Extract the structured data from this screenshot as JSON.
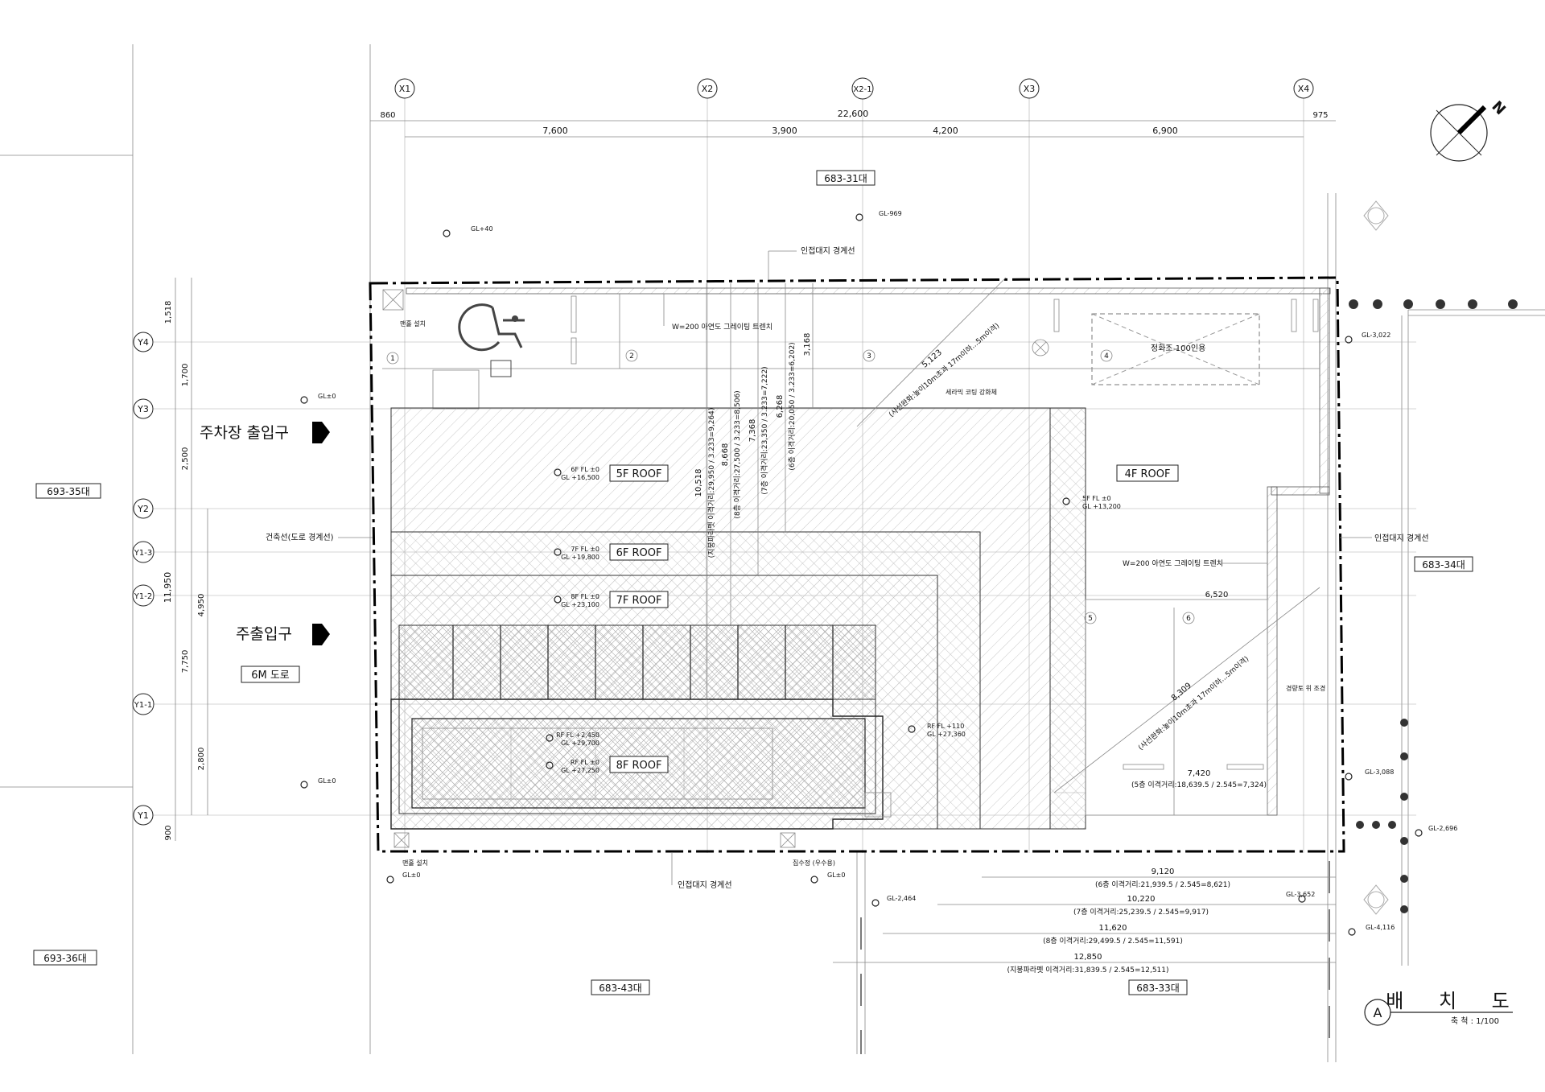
{
  "grid": {
    "x": [
      "X1",
      "X2",
      "X2-1",
      "X3",
      "X4"
    ],
    "y": [
      "Y4",
      "Y3",
      "Y2",
      "Y1-3",
      "Y1-2",
      "Y1-1",
      "Y1"
    ]
  },
  "dims_top": {
    "overall": "22,600",
    "left_offset": "860",
    "right_offset": "975",
    "spans": [
      "7,600",
      "3,900",
      "4,200",
      "6,900"
    ]
  },
  "dims_left": {
    "overall": "11,950",
    "chain_a": [
      "1,518",
      "1,700",
      "2,500",
      "7,750",
      "900"
    ],
    "chain_b": [
      "4,950",
      "2,800"
    ]
  },
  "lots": {
    "north": "683-31대",
    "west_upper": "693-35대",
    "west_lower": "693-36대",
    "east": "683-34대",
    "south_west": "683-43대",
    "south_east": "683-33대"
  },
  "road": "6M 도로",
  "entrances": {
    "parking": "주차장 출입구",
    "main": "주출입구"
  },
  "roofs": [
    "5F ROOF",
    "6F ROOF",
    "7F ROOF",
    "8F ROOF",
    "4F ROOF"
  ],
  "levels": [
    {
      "fl": "6F FL ±0",
      "gl": "GL +16,500"
    },
    {
      "fl": "7F FL ±0",
      "gl": "GL +19,800"
    },
    {
      "fl": "8F FL ±0",
      "gl": "GL +23,100"
    },
    {
      "fl": "RF FL +2,450",
      "gl": "GL +29,700"
    },
    {
      "fl": "RF FL ±0",
      "gl": "GL +27,250"
    },
    {
      "fl": "RF FL +110",
      "gl": "GL +27,360"
    },
    {
      "fl": "5F FL ±0",
      "gl": "GL +13,200"
    }
  ],
  "gl_marks": [
    "GL+40",
    "GL-969",
    "GL±0",
    "GL±0",
    "GL±0",
    "GL±0",
    "GL-3,022",
    "GL-3,088",
    "GL-2,696",
    "GL-2,464",
    "GL-3,652",
    "GL-4,116"
  ],
  "labels": {
    "boundary_north": "인접대지 경계선",
    "boundary_south": "인접대지 경계선",
    "boundary_east": "인접대지 경계선",
    "building_line": "건축선(도로 경계선)",
    "trench_north": "W=200 아연도 그레이팅 트렌치",
    "trench_east": "W=200 아연도 그레이팅 트렌치",
    "manhole_n": "맨홀 설치",
    "manhole_s": "맨홀 설치",
    "rain_tank": "집수정 (우수용)",
    "septic": "정화조 100인용",
    "ceramic": "세라믹 코팅 강화체",
    "landscape": "경량토 위 조경",
    "slope_a": "5,123",
    "slope_a_note": "(사선완화:높이10m초과 17m이하...5m이격)",
    "slope_b": "8,309",
    "slope_b_note": "(사선완화:높이10m초과 17m이하...5m이격)",
    "width_6520": "6,520",
    "num_1": "1",
    "num_2": "2",
    "num_3": "3",
    "num_4": "4",
    "num_5": "5",
    "num_6": "6"
  },
  "vertical_dims": [
    {
      "value": "10,518",
      "note": "(지붕파라펫 이격거리:29,950 / 3.233=9,264)"
    },
    {
      "value": "8,668",
      "note": "(8층 이격거리:27,500 / 3.233=8,506)"
    },
    {
      "value": "7,368",
      "note": "(7층 이격거리:23,350 / 3.233=7,222)"
    },
    {
      "value": "6,268",
      "note": "(6층 이격거리:20,050 / 3.233=6,202)"
    },
    {
      "value": "3,168",
      "note": ""
    }
  ],
  "south_dims": [
    {
      "value": "7,420",
      "note": "(5층 이격거리:18,639.5 / 2.545=7,324)"
    },
    {
      "value": "9,120",
      "note": "(6층 이격거리:21,939.5 / 2.545=8,621)"
    },
    {
      "value": "10,220",
      "note": "(7층 이격거리:25,239.5 / 2.545=9,917)"
    },
    {
      "value": "11,620",
      "note": "(8층 이격거리:29,499.5 / 2.545=11,591)"
    },
    {
      "value": "12,850",
      "note": "(지붕파라펫 이격거리:31,839.5 / 2.545=12,511)"
    }
  ],
  "title_block": {
    "marker": "A",
    "title": "배 치 도",
    "scale": "축 척 : 1/100"
  },
  "north_label": "N"
}
